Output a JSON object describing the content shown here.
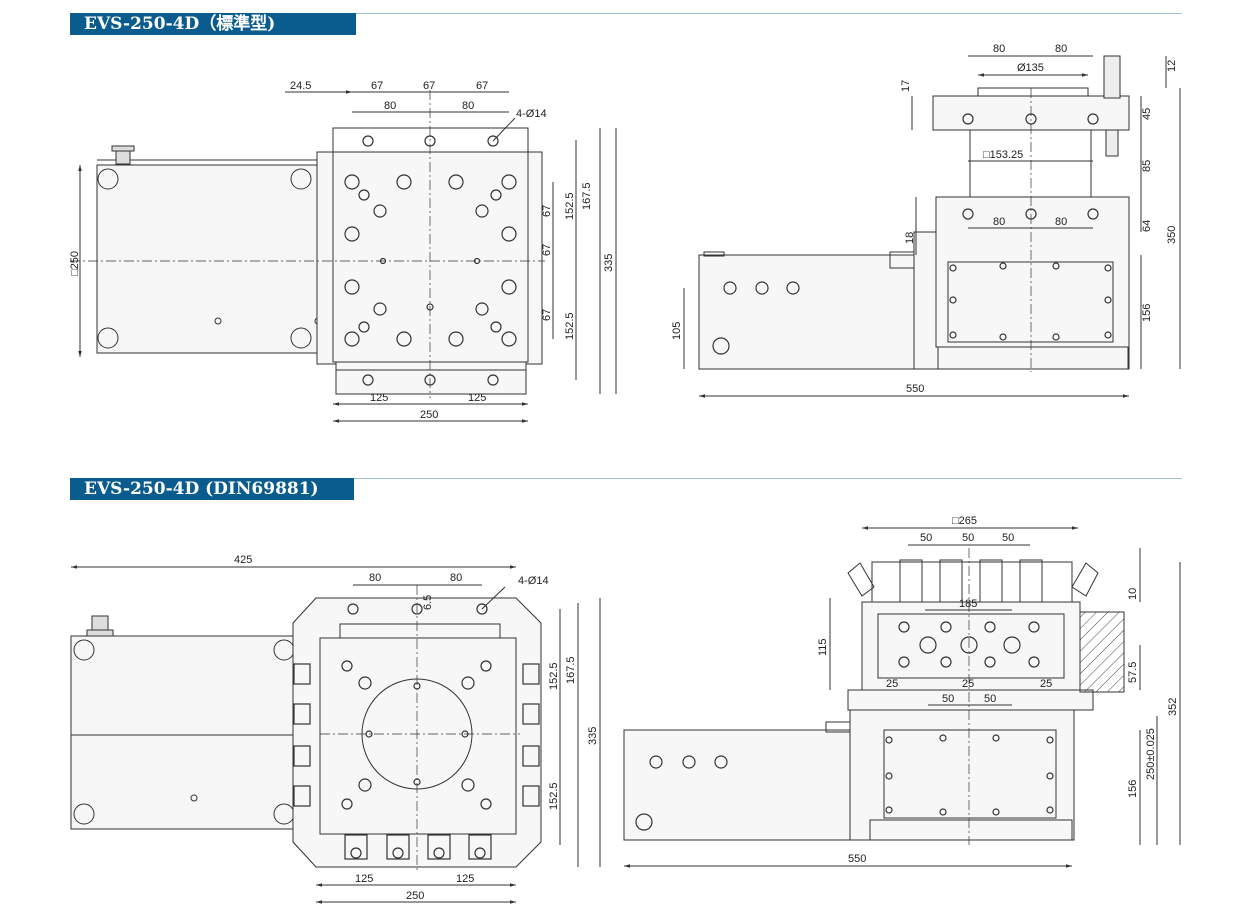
{
  "section1": {
    "title": "EVS-250-4D（標準型)",
    "top_view": {
      "pitch_top": [
        "24.5",
        "67",
        "67",
        "67"
      ],
      "pitch_inner": [
        "80",
        "80"
      ],
      "hole_callout": "4-Ø14",
      "right_dims": [
        "152.5",
        "167.5",
        "67",
        "67",
        "67",
        "152.5",
        "335"
      ],
      "left_dim": "□250",
      "bottom_dims": [
        "125",
        "125",
        "250"
      ]
    },
    "side_view": {
      "top_dims": [
        "80",
        "80",
        "Ø135",
        "12",
        "17"
      ],
      "right_dims": [
        "45",
        "85",
        "64",
        "156",
        "350"
      ],
      "inner_labels": [
        "□153.25",
        "80",
        "80",
        "18",
        "105"
      ],
      "bottom_dim": "550"
    }
  },
  "section2": {
    "title": "EVS-250-4D (DIN69881)",
    "top_view": {
      "width_dim": "425",
      "pitch": [
        "80",
        "80"
      ],
      "hole_callout": "4-Ø14",
      "small_dim": "6.5",
      "right_dims": [
        "152.5",
        "167.5",
        "152.5",
        "335"
      ],
      "bottom_dims": [
        "125",
        "125",
        "250"
      ]
    },
    "side_view": {
      "top_dims": [
        "□265",
        "50",
        "50",
        "50",
        "185",
        "10"
      ],
      "left_dim": "115",
      "slot_dims": [
        "25",
        "25",
        "25",
        "50",
        "50"
      ],
      "right_dims": [
        "57.5",
        "352",
        "250±0.025",
        "156"
      ],
      "bottom_dim": "550"
    }
  }
}
